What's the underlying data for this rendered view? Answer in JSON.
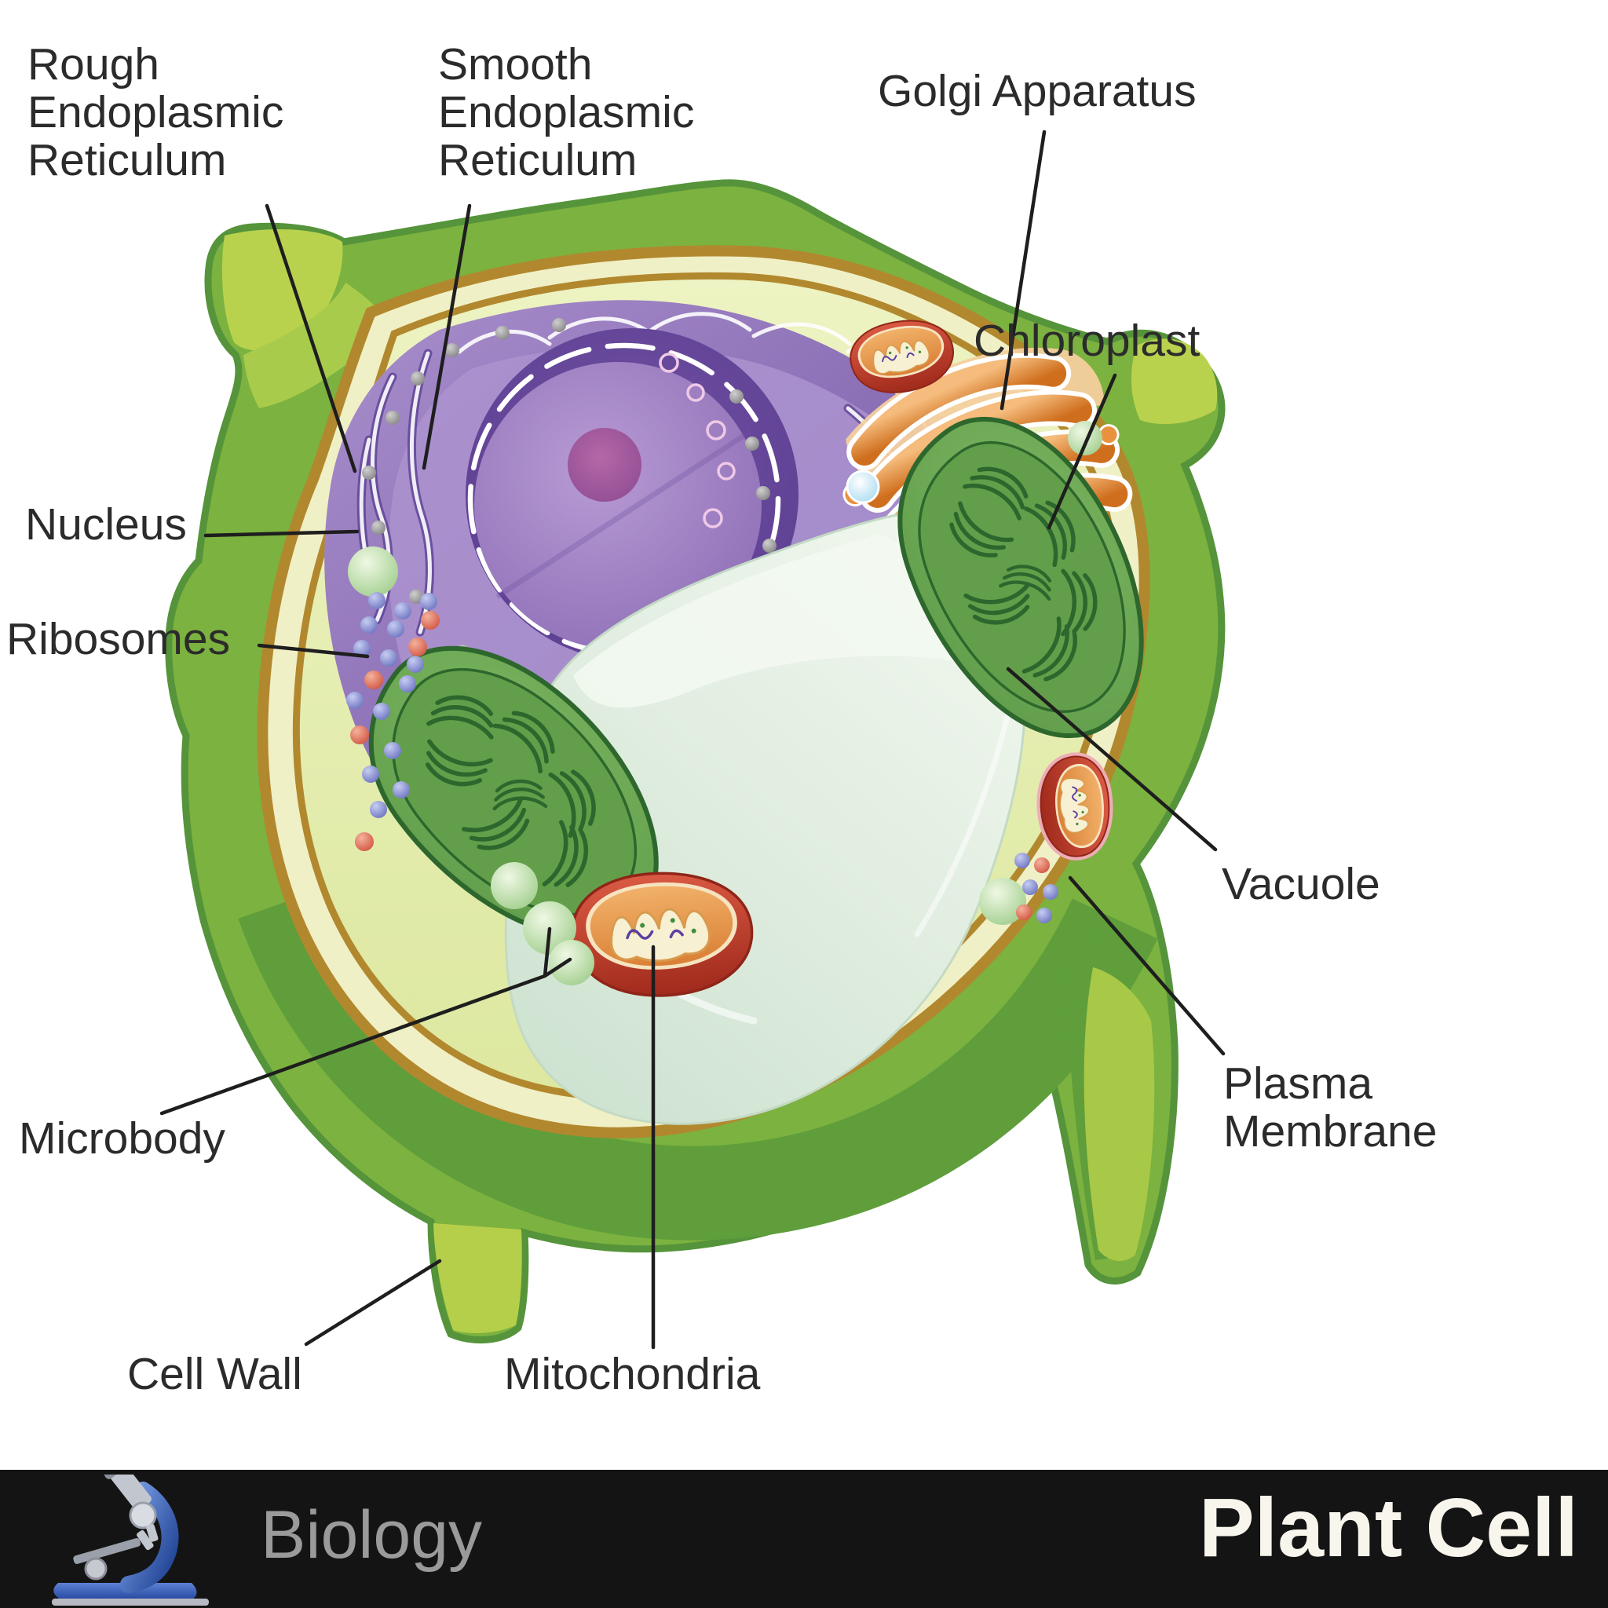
{
  "diagram_title": "Plant Cell",
  "labels": {
    "rough_er": {
      "text": "Rough\nEndoplasmic\nReticulum"
    },
    "smooth_er": {
      "text": "Smooth\nEndoplasmic\nReticulum"
    },
    "golgi": {
      "text": "Golgi Apparatus"
    },
    "chloroplast": {
      "text": "Chloroplast"
    },
    "nucleus": {
      "text": "Nucleus"
    },
    "ribosomes": {
      "text": "Ribosomes"
    },
    "vacuole": {
      "text": "Vacuole"
    },
    "microbody": {
      "text": "Microbody"
    },
    "plasma_membrane": {
      "text": "Plasma\nMembrane"
    },
    "cell_wall": {
      "text": "Cell Wall"
    },
    "mitochondria": {
      "text": "Mitochondria"
    }
  },
  "footer": {
    "subject": "Biology",
    "title": "Plant Cell",
    "icon": "microscope-icon",
    "background": "#141414",
    "subject_color": "#9a9a9a",
    "title_color": "#f8f5ec"
  },
  "organelles": [
    {
      "name": "cell wall",
      "color": "#7cb23f"
    },
    {
      "name": "plasma membrane",
      "color": "#b2882e"
    },
    {
      "name": "cytoplasm",
      "color": "#e3ecab"
    },
    {
      "name": "nucleus",
      "color": "#8a67b0"
    },
    {
      "name": "nucleolus",
      "color": "#9c4f95"
    },
    {
      "name": "endoplasmic reticulum",
      "color": "#8d72b8"
    },
    {
      "name": "golgi apparatus",
      "color": "#e08a33"
    },
    {
      "name": "chloroplast",
      "color": "#64a24b"
    },
    {
      "name": "mitochondria",
      "color": "#c0392b"
    },
    {
      "name": "vacuole",
      "color": "#e2efe0"
    },
    {
      "name": "microbody",
      "color": "#a5d18c"
    },
    {
      "name": "ribosomes",
      "color": "#6c73c6"
    }
  ],
  "annotation": {
    "leader_color": "#1e1e1e",
    "label_color": "#2b2b2b"
  }
}
